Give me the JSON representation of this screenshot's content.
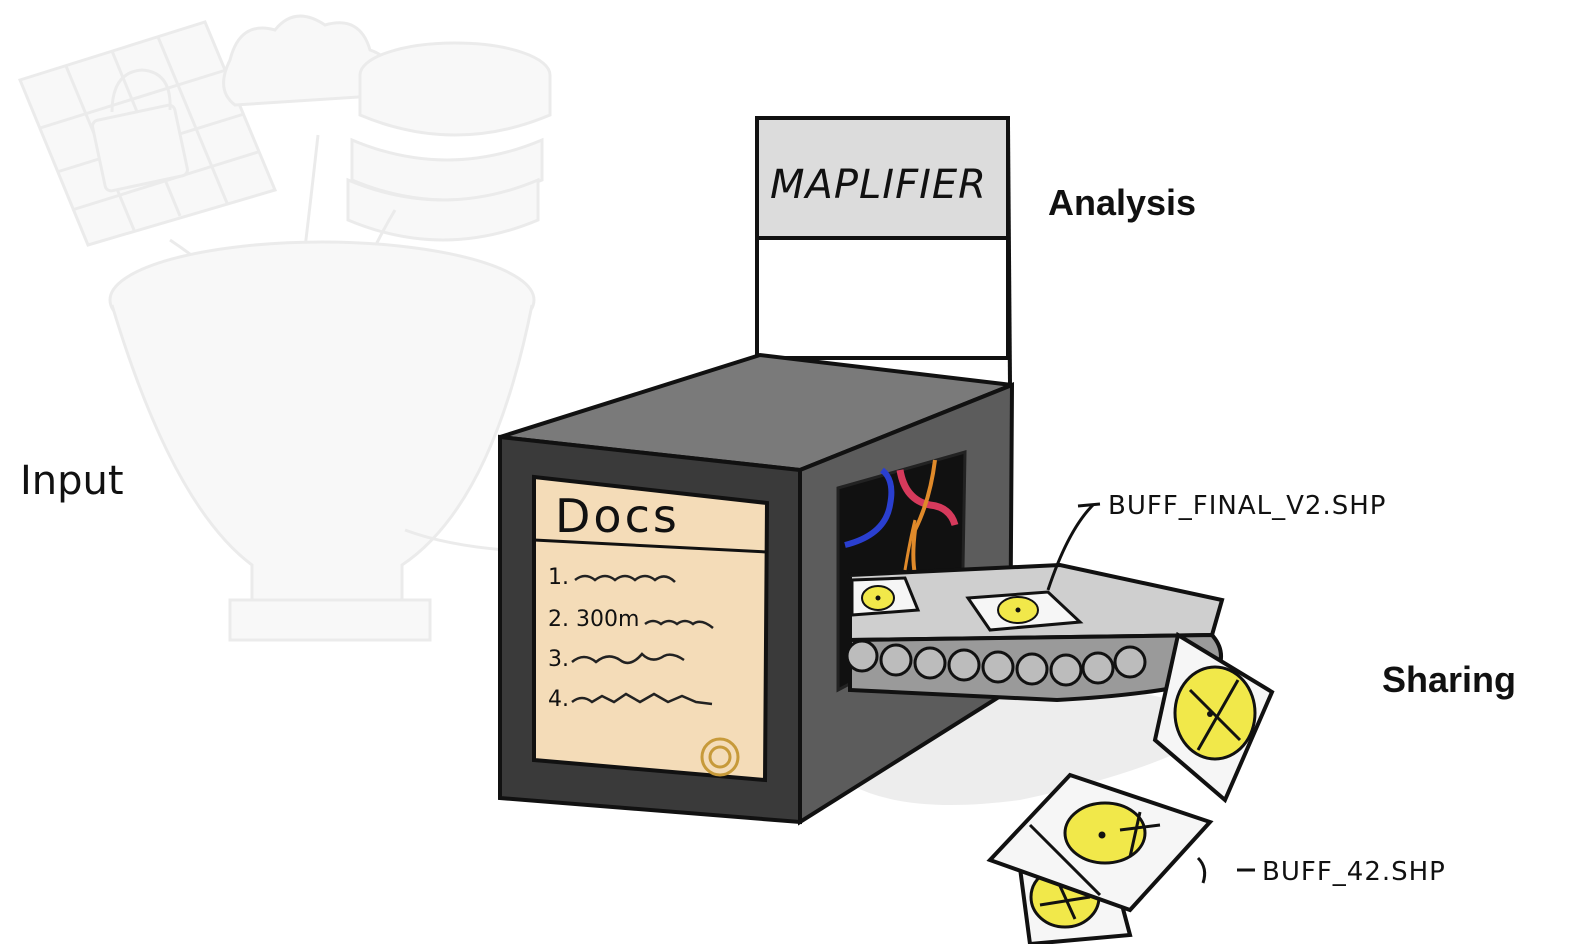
{
  "labels": {
    "input": "Input",
    "analysis": "Analysis",
    "sharing": "Sharing"
  },
  "machine": {
    "sign_text": "MAPLIFIER",
    "docs_title": "Docs",
    "docs_items": [
      "1.",
      "2.  300m",
      "3.",
      "4."
    ]
  },
  "files": {
    "belt_file": "BUFF_FINAL_V2.SHP",
    "output_file": "BUFF_42.SHP"
  },
  "colors": {
    "machine_body": "#5c5c5c",
    "machine_front": "#3a3a3a",
    "docs_paper": "#f4dcb8",
    "map_yellow": "#f1e84a",
    "faded": "#f2f2f2",
    "wire_blue": "#2a3fd0",
    "wire_red": "#d63a5c",
    "wire_orange": "#e08a2a"
  }
}
